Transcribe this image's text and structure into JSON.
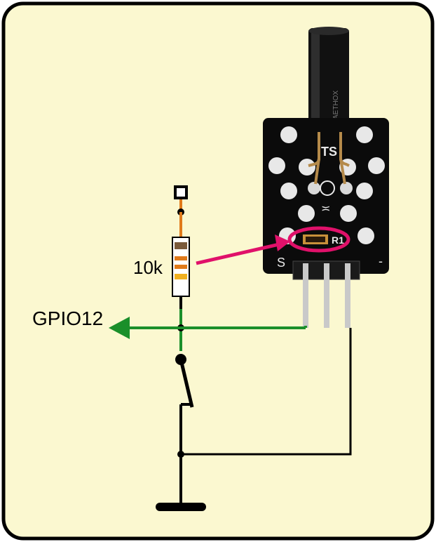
{
  "labels": {
    "gpio": "GPIO12",
    "resistor": "10k",
    "pin_s": "S",
    "pin_minus": "-",
    "silk_r1": "R1",
    "silk_ts": "TS",
    "sensor_marking": "AETHOX"
  },
  "colors": {
    "background": "#fbf8d0",
    "border": "#000000",
    "wire_black": "#000000",
    "wire_green": "#1a8f2a",
    "wire_orange": "#e07a1a",
    "highlight": "#e0116a",
    "pcb": "#0b0b0b",
    "pin_metal": "#c9c9c9",
    "solder_pad": "#e8e8e8",
    "resistor_band_1": "#7a5a3a",
    "resistor_band_2": "#e07a1a",
    "resistor_band_3": "#e07a1a",
    "resistor_band_4": "#f0b020"
  },
  "icons": {
    "arrow": "arrow-left-icon",
    "switch": "switch-open-icon",
    "ground": "ground-icon",
    "module": "tilt-sensor-module-icon"
  }
}
